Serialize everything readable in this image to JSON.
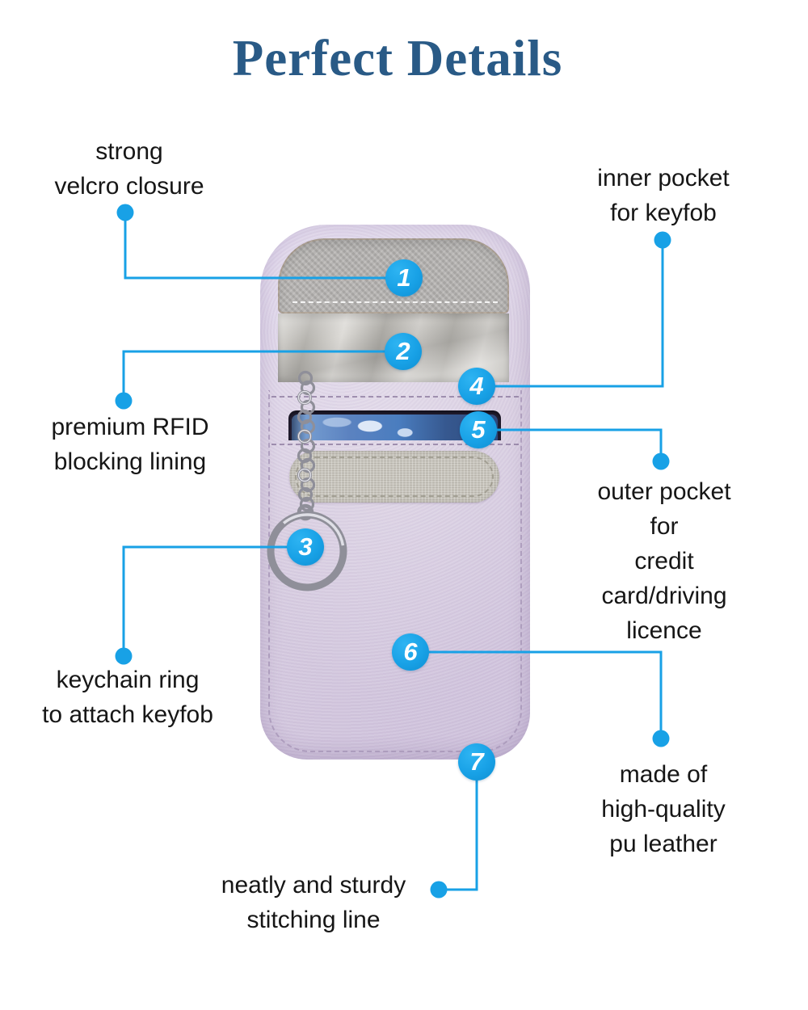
{
  "title": "Perfect Details",
  "colors": {
    "accent": "#18a1e6",
    "title_color": "#295a86",
    "text_color": "#161616",
    "leather": "#d9cfe2",
    "felt": "#b6b4b2",
    "lining": "#c8c6c2",
    "metal": "#8f8f99",
    "card_blue": "#4a7dbf",
    "stitch": "#a796b8"
  },
  "callouts": {
    "c1": {
      "num": "1",
      "label": "strong\nvelcro closure"
    },
    "c2": {
      "num": "2",
      "label": "premium RFID\nblocking lining"
    },
    "c3": {
      "num": "3",
      "label": "keychain ring\nto attach keyfob"
    },
    "c4": {
      "num": "4",
      "label": "inner pocket\nfor keyfob"
    },
    "c5": {
      "num": "5",
      "label": "outer pocket for\ncredit card/driving\nlicence"
    },
    "c6": {
      "num": "6",
      "label": "made of\nhigh-quality\npu leather"
    },
    "c7": {
      "num": "7",
      "label": "neatly and sturdy\nstitching line"
    }
  }
}
